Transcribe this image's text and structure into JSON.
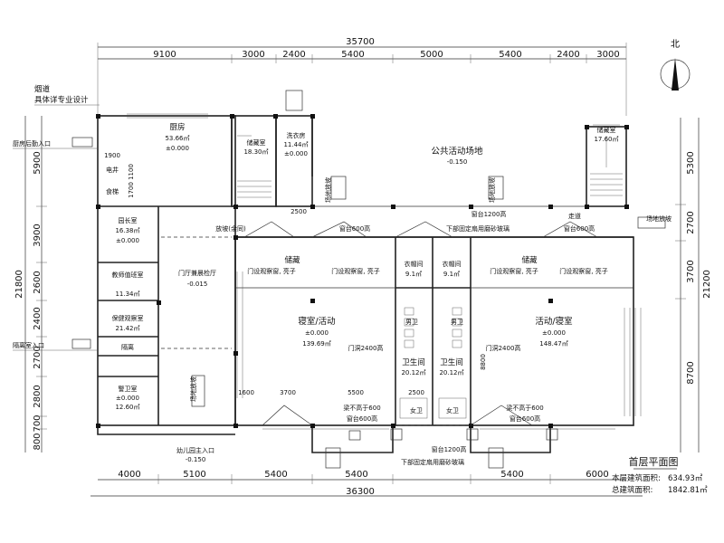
{
  "north_label": "北",
  "top_dims": {
    "total": "35700",
    "segments": [
      "9100",
      "3000",
      "2400",
      "5400",
      "5000",
      "5400",
      "2400",
      "3000"
    ]
  },
  "bottom_dims": {
    "total": "36300",
    "segments": [
      "4000",
      "5100",
      "5400",
      "5400",
      "5400",
      "6000"
    ]
  },
  "left_dims": {
    "total": "21800",
    "segments": [
      "5900",
      "3900",
      "2600",
      "2400",
      "2700",
      "2800",
      "700",
      "800"
    ]
  },
  "right_dims": {
    "total": "21200",
    "segments": [
      "5300",
      "2700",
      "3700",
      "8700"
    ]
  },
  "annotations": {
    "chimney": "烟道",
    "chimney_note": "具体详专业设计",
    "kitchen_entry": "厨房后勤入口",
    "isolation_entry": "隔离室入口",
    "main_entry": "幼儿园主入口",
    "main_entry_level": "-0.150",
    "yard": "公共活动场地",
    "yard_level": "-0.150",
    "ramp": "场地放坡",
    "ramp_spare": "放坡(余同)",
    "corridor": "走道",
    "sill_600": "窗台600高",
    "sill_1200": "窗台1200高",
    "frosted_glass": "下部固定扇用磨砂玻璃",
    "beam_600": "梁不高于600",
    "door_2400": "门洞2400高",
    "observe_window": "门设观察窗, 亮子",
    "storage": "储藏",
    "stair_slope": "场地放坡",
    "hall": "门厅兼晨检厅",
    "hall_level": "-0.015"
  },
  "rooms": {
    "kitchen": {
      "name": "厨房",
      "area": "53.66㎡",
      "level": "±0.000"
    },
    "laundry": {
      "name": "洗衣房",
      "area": "11.44㎡",
      "level": "±0.000"
    },
    "storage_n": {
      "name": "储藏室",
      "area": "18.30㎡"
    },
    "storage_ne": {
      "name": "储藏室",
      "area": "17.60㎡"
    },
    "elec": {
      "name": "电井"
    },
    "lift": {
      "name": "食梯"
    },
    "director": {
      "name": "园长室",
      "area": "16.38㎡",
      "level": "±0.000"
    },
    "teachers": {
      "name": "教师值班室",
      "area": "11.34㎡"
    },
    "health": {
      "name": "保健观察室",
      "area": "21.42㎡"
    },
    "isolation": {
      "name": "隔离"
    },
    "guard": {
      "name": "警卫室",
      "area": "12.60㎡",
      "level": "±0.000"
    },
    "dorm_left": {
      "name": "寝室/活动",
      "level": "±0.000",
      "area": "139.69㎡"
    },
    "dorm_right": {
      "name": "活动/寝室",
      "level": "±0.000",
      "area": "148.47㎡"
    },
    "cloak_left": {
      "name": "衣帽间",
      "area": "9.1㎡"
    },
    "cloak_right": {
      "name": "衣帽间",
      "area": "9.1㎡"
    },
    "wc_left": {
      "name": "卫生间",
      "area": "20.12㎡"
    },
    "wc_right": {
      "name": "卫生间",
      "area": "20.12㎡"
    },
    "male_wc": "男卫",
    "female_wc": "女卫"
  },
  "inner_dims": [
    "1900",
    "1100",
    "1700",
    "2500",
    "1600",
    "3700",
    "5500",
    "2500",
    "8800"
  ],
  "footer": {
    "plan_title": "首层平面图",
    "floor_area_label": "本层建筑面积:",
    "floor_area": "634.93㎡",
    "total_area_label": "总建筑面积:",
    "total_area": "1842.81㎡"
  }
}
